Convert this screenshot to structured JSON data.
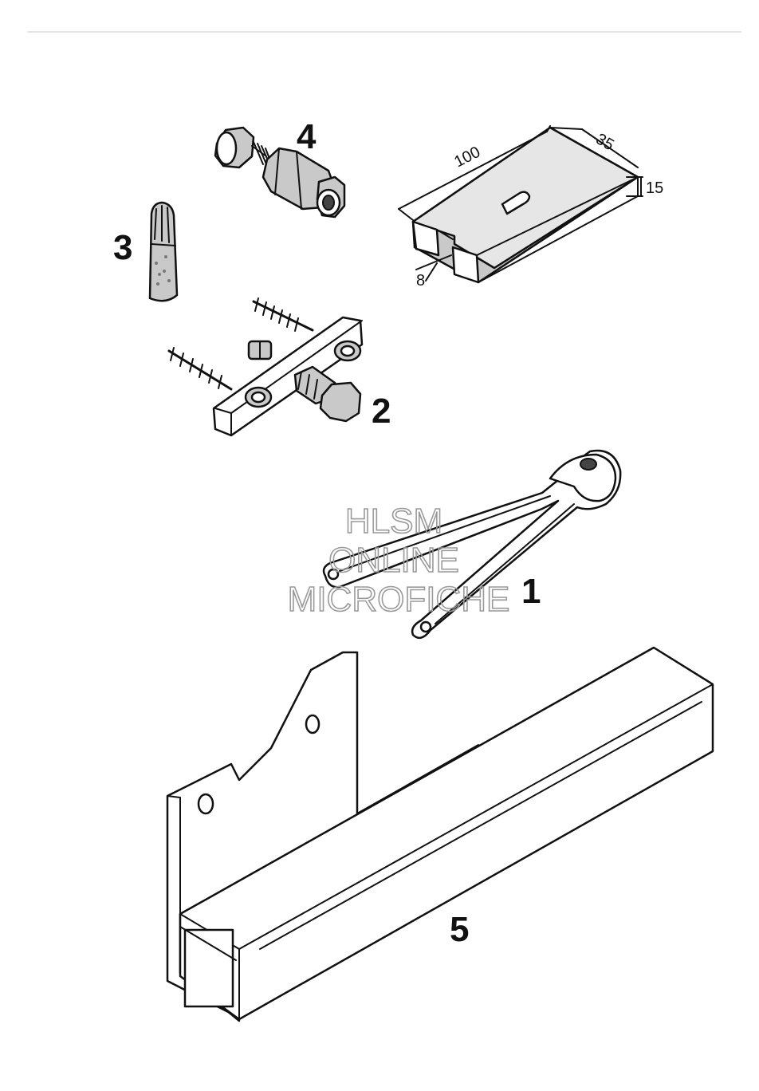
{
  "callouts": {
    "c1": "1",
    "c2": "2",
    "c3": "3",
    "c4": "4",
    "c5": "5"
  },
  "dimensions": {
    "length": "100",
    "width": "35",
    "height": "15",
    "slot": "8"
  },
  "watermark": {
    "line1": "HLSM",
    "line2": "ONLINE",
    "line3": "MICROFICHE"
  }
}
